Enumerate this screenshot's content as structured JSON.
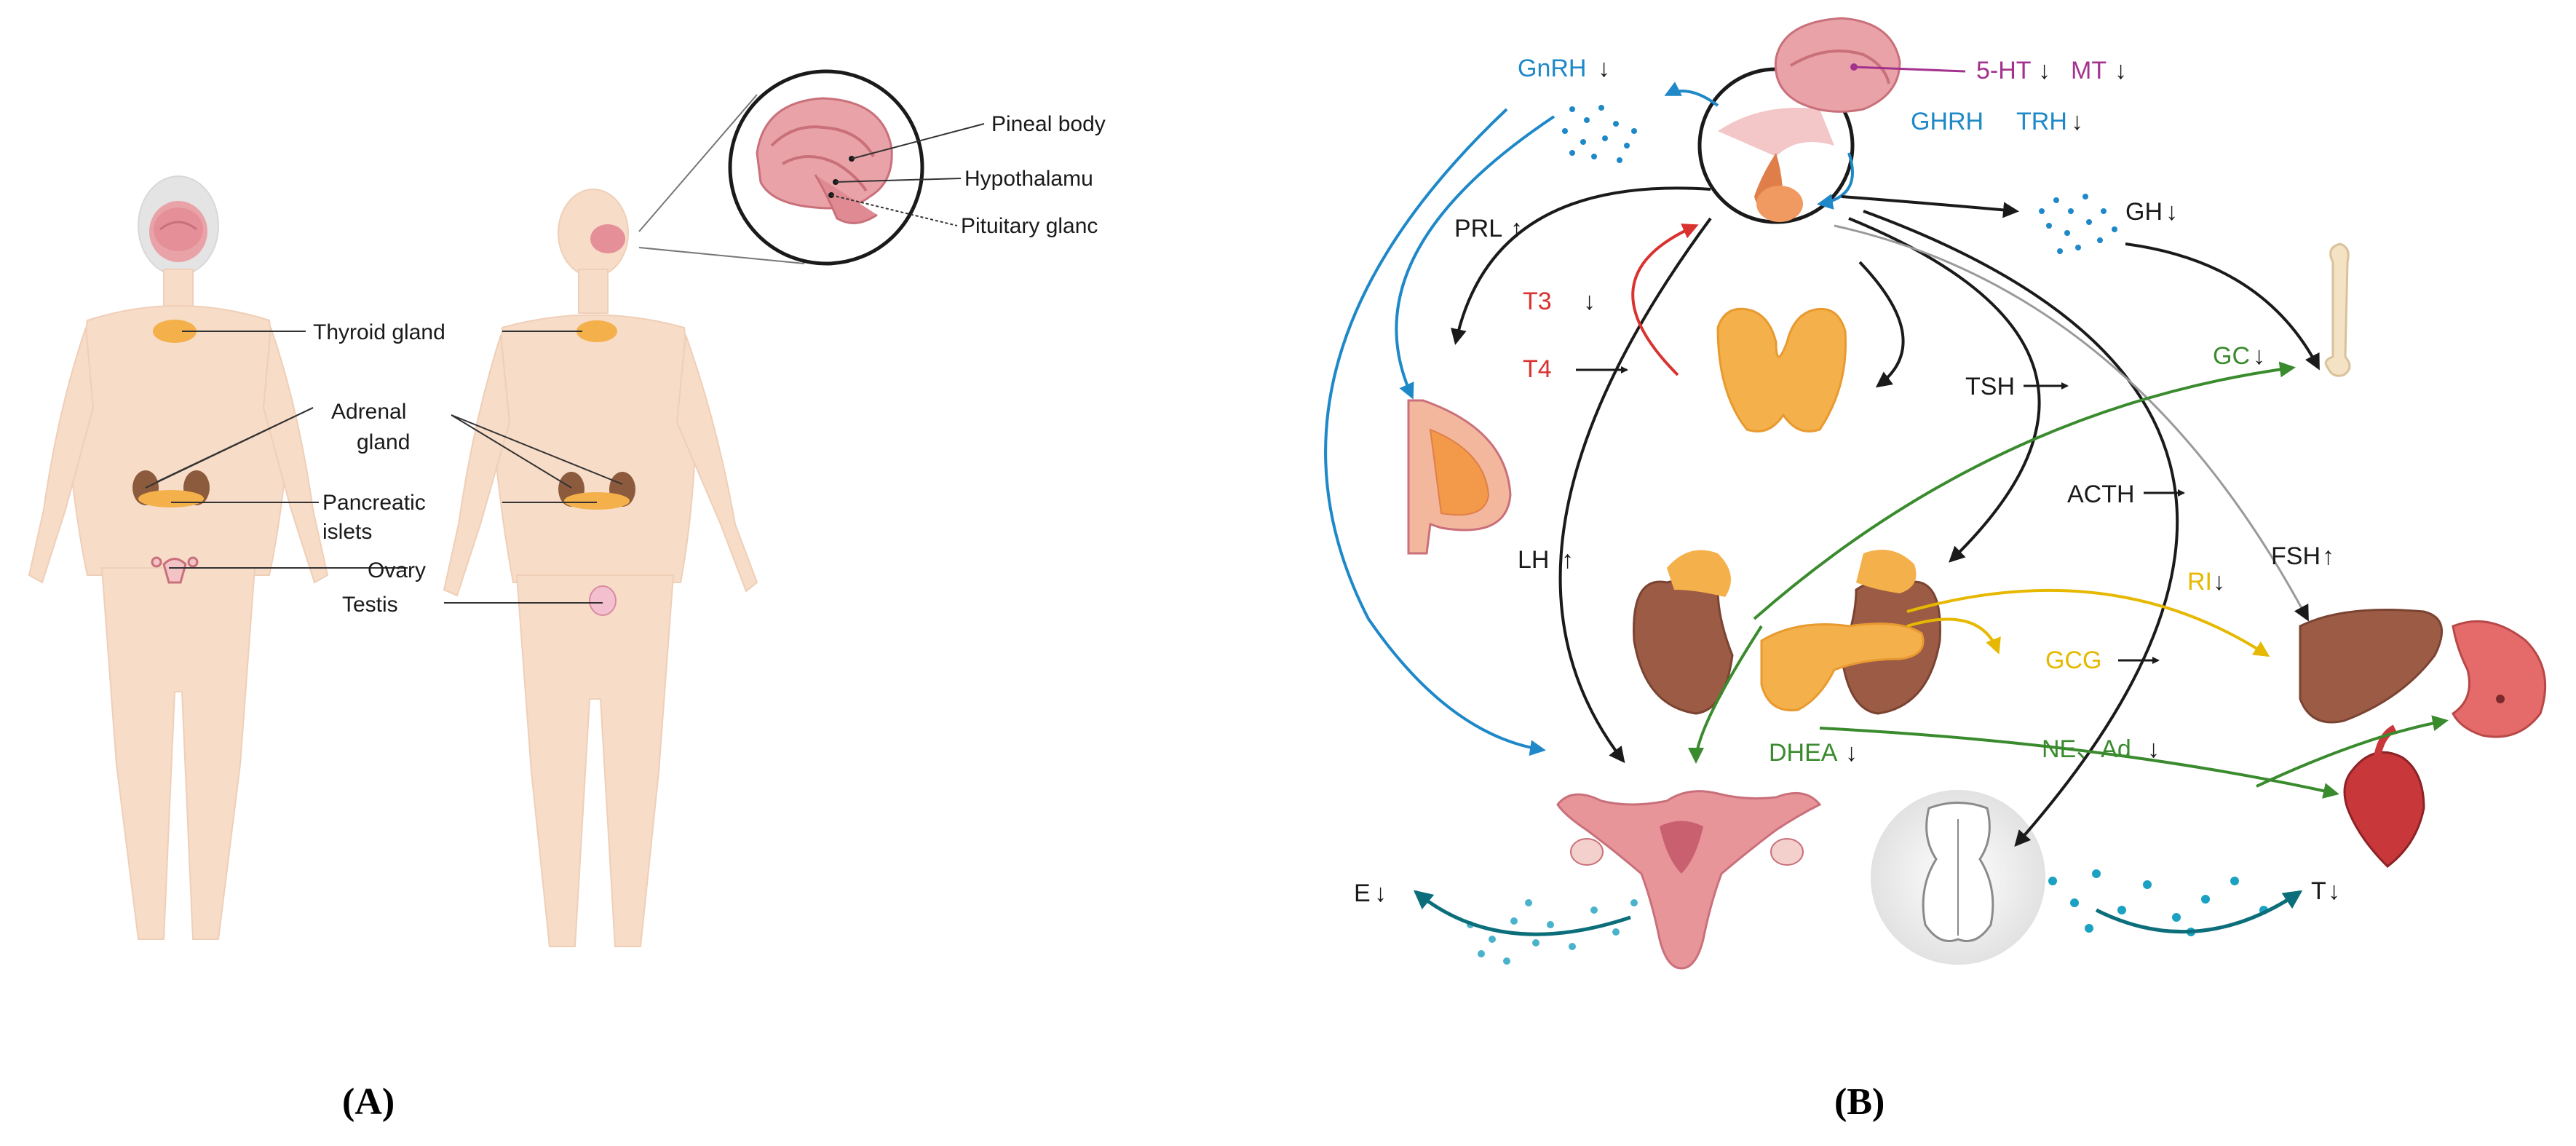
{
  "panel_a": {
    "label": "(A)",
    "labels": {
      "pineal": "Pineal body",
      "hypothalamus": "Hypothalamu",
      "pituitary": "Pituitary glanc",
      "thyroid": "Thyroid gland",
      "adrenal_1": "Adrenal",
      "adrenal_2": "gland",
      "pancreatic_1": "Pancreatic",
      "pancreatic_2": "islets",
      "ovary": "Ovary",
      "testis": "Testis"
    }
  },
  "panel_b": {
    "label": "(B)",
    "arrows": {
      "down": "↓",
      "up": "↑",
      "right": "→"
    },
    "hormones": {
      "gnrh": "GnRH",
      "ht5": "5-HT",
      "mt": "MT",
      "ghrh": "GHRH",
      "trh": "TRH",
      "prl": "PRL",
      "gh": "GH",
      "t3": "T3",
      "t4": "T4",
      "tsh": "TSH",
      "gc": "GC",
      "acth": "ACTH",
      "lh": "LH",
      "fsh": "FSH",
      "ri": "RI",
      "gcg": "GCG",
      "dhea": "DHEA",
      "ne_ad": "NE、Ad",
      "e": "E",
      "t": "T"
    }
  },
  "colors": {
    "skin": "#f7dcc8",
    "gland_orange": "#f4b04a",
    "brain_pink": "#e9a3a8",
    "blue": "#1e88c8",
    "red": "#d9322f",
    "green": "#3a8a2e",
    "yellow": "#e6b800",
    "purple": "#a3328f",
    "teal": "#0b6e7a",
    "dark": "#1a1a1a"
  }
}
